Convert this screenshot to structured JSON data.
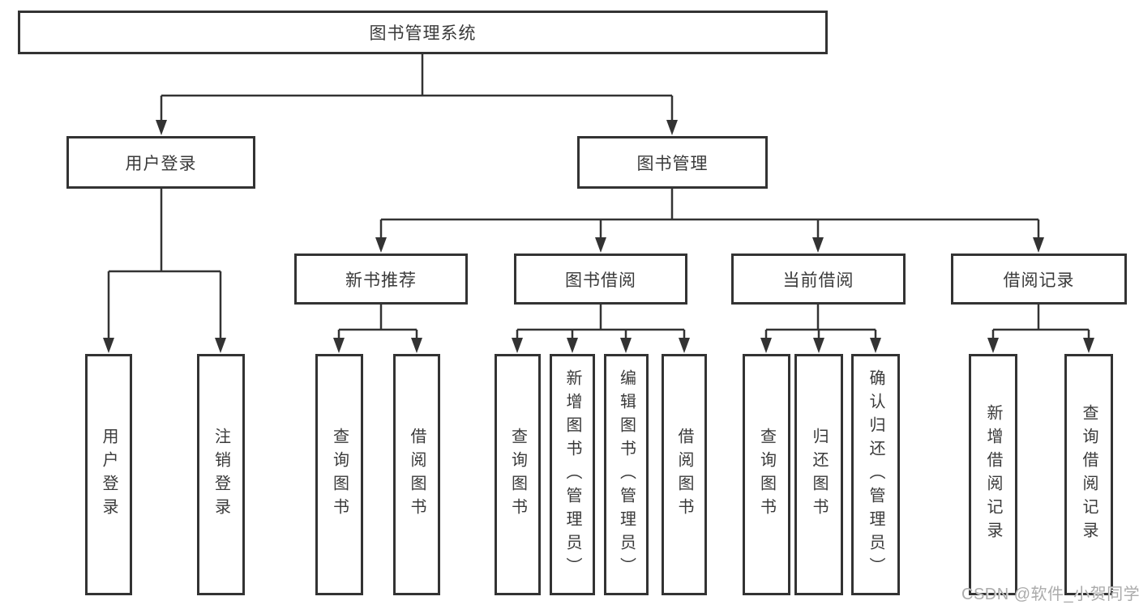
{
  "diagram": {
    "type": "hierarchy-tree",
    "colors": {
      "line": "#333333",
      "box_border": "#333333",
      "box_background": "#ffffff",
      "text": "#3a3a3a",
      "watermark": "#ababab"
    },
    "nodes": {
      "root": {
        "label": "图书管理系统"
      },
      "user_login": {
        "label": "用户登录"
      },
      "book_management": {
        "label": "图书管理"
      },
      "new_book_rec": {
        "label": "新书推荐"
      },
      "book_borrow": {
        "label": "图书借阅"
      },
      "current_borrow": {
        "label": "当前借阅"
      },
      "borrow_records": {
        "label": "借阅记录"
      },
      "leaf_user_login": {
        "label": "用户登录"
      },
      "leaf_logout": {
        "label": "注销登录"
      },
      "leaf_rec_query": {
        "label": "查询图书"
      },
      "leaf_rec_borrow": {
        "label": "借阅图书"
      },
      "leaf_bb_query": {
        "label": "查询图书"
      },
      "leaf_bb_add": {
        "label": "新增图书（管理员）"
      },
      "leaf_bb_edit": {
        "label": "编辑图书（管理员）"
      },
      "leaf_bb_borrow": {
        "label": "借阅图书"
      },
      "leaf_cb_query": {
        "label": "查询图书"
      },
      "leaf_cb_return": {
        "label": "归还图书"
      },
      "leaf_cb_confirm": {
        "label": "确认归还（管理员）"
      },
      "leaf_br_add": {
        "label": "新增借阅记录"
      },
      "leaf_br_query": {
        "label": "查询借阅记录"
      }
    },
    "structure": {
      "root": [
        "user_login",
        "book_management"
      ],
      "user_login": [
        "leaf_user_login",
        "leaf_logout"
      ],
      "book_management": [
        "new_book_rec",
        "book_borrow",
        "current_borrow",
        "borrow_records"
      ],
      "new_book_rec": [
        "leaf_rec_query",
        "leaf_rec_borrow"
      ],
      "book_borrow": [
        "leaf_bb_query",
        "leaf_bb_add",
        "leaf_bb_edit",
        "leaf_bb_borrow"
      ],
      "current_borrow": [
        "leaf_cb_query",
        "leaf_cb_return",
        "leaf_cb_confirm"
      ],
      "borrow_records": [
        "leaf_br_add",
        "leaf_br_query"
      ]
    }
  },
  "watermark": {
    "text": "CSDN @软件_小贺同学"
  }
}
